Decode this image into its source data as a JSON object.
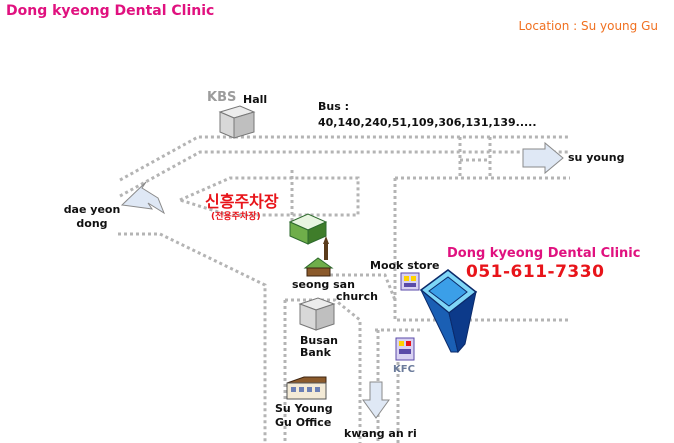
{
  "header": {
    "title": "Dong kyeong Dental Clinic",
    "location": "Location : Su young Gu"
  },
  "map": {
    "bus_label": "Bus :",
    "bus_routes": "40,140,240,51,109,306,131,139.....",
    "kbs": "KBS",
    "hall": "Hall",
    "su_young": "su young",
    "dae_yeon": "dae yeon",
    "dong": "dong",
    "parking_name": "신흥주차장",
    "parking_note": "(전용주차장)",
    "church_line1": "seong san",
    "church_line2": "church",
    "mook_store": "Mook store",
    "clinic_name": "Dong kyeong Dental Clinic",
    "clinic_phone": "051-611-7330",
    "busan_line1": "Busan",
    "busan_line2": "Bank",
    "kfc": "KFC",
    "office_line1": "Su Young",
    "office_line2": "Gu Office",
    "kwang_an_ri": "kwang an ri"
  },
  "colors": {
    "title": "#e0117f",
    "location": "#f07020",
    "phone": "#e8141a",
    "road": "#b4b4b4",
    "arrow_fill": "#dfe8f5",
    "arrow_stroke": "#8a8a8a",
    "tower": "#2a7fd0"
  }
}
